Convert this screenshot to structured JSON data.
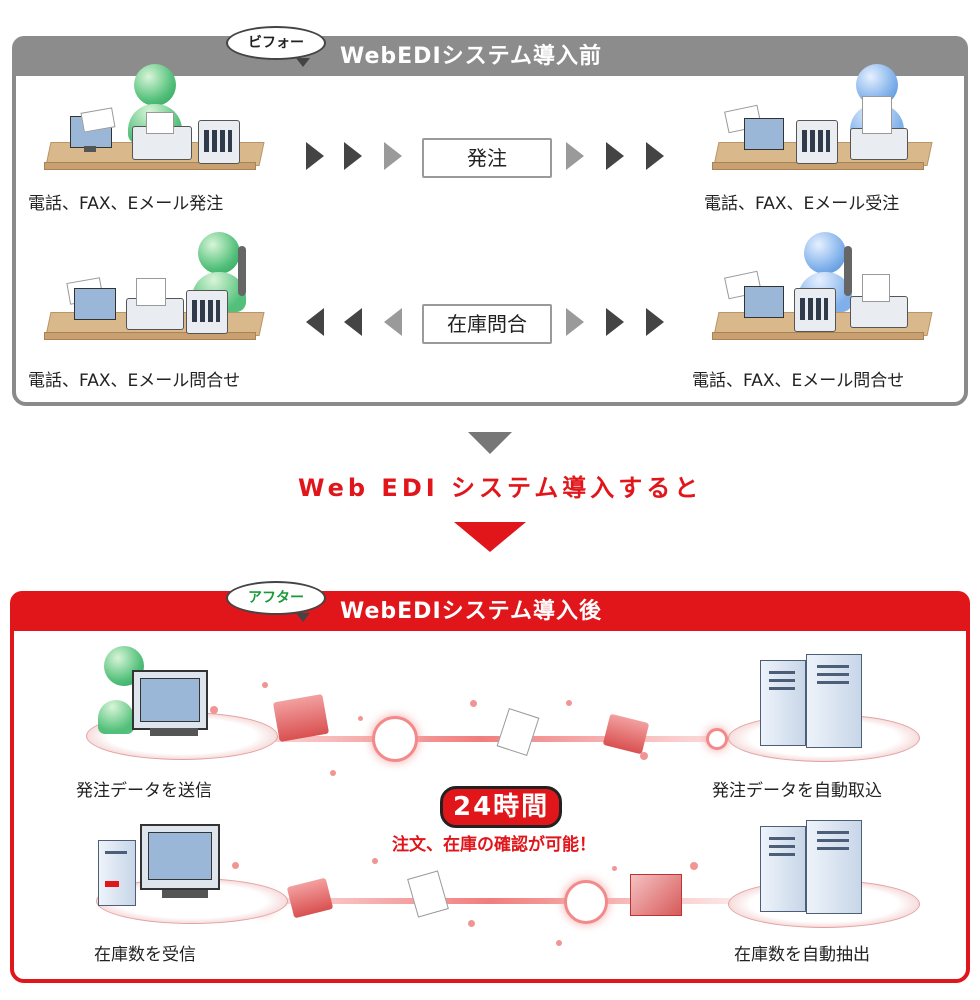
{
  "before": {
    "bubble_label": "ビフォー",
    "title": "WebEDIシステム導入前",
    "top_left_caption": "電話、FAX、Eメール発注",
    "top_right_caption": "電話、FAX、Eメール受注",
    "bottom_left_caption": "電話、FAX、Eメール問合せ",
    "bottom_right_caption": "電話、FAX、Eメール問合せ",
    "flow_order": "発注",
    "flow_inquiry": "在庫問合"
  },
  "transition": {
    "title": "Web EDI システム導入すると"
  },
  "after": {
    "bubble_label": "アフター",
    "title": "WebEDIシステム導入後",
    "top_left_caption": "発注データを送信",
    "top_right_caption": "発注データを自動取込",
    "bottom_left_caption": "在庫数を受信",
    "bottom_right_caption": "在庫数を自動抽出",
    "badge": "24時間",
    "note": "注文、在庫の確認が可能！"
  },
  "colors": {
    "before_accent": "#8c8c8c",
    "after_accent": "#e0161b"
  }
}
